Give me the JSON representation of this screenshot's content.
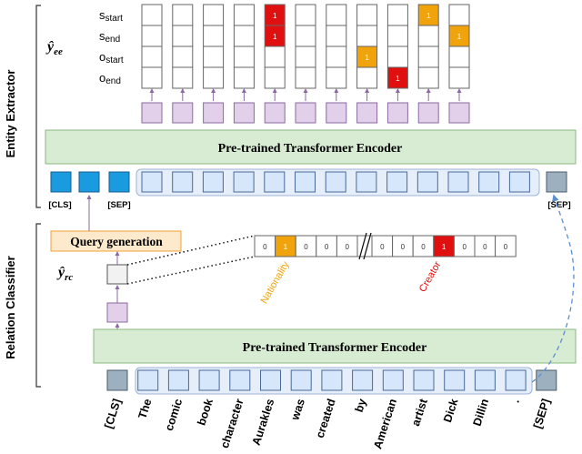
{
  "side_labels": {
    "entity_extractor": "Entity Extractor",
    "relation_classifier": "Relation Classifier"
  },
  "output_symbols": {
    "entity": "ŷ",
    "entity_sub": "ee",
    "relation": "ŷ",
    "relation_sub": "rc"
  },
  "tag_rows": [
    {
      "base": "s",
      "sub": "start"
    },
    {
      "base": "s",
      "sub": "end"
    },
    {
      "base": "o",
      "sub": "start"
    },
    {
      "base": "o",
      "sub": "end"
    }
  ],
  "tag_matrix": [
    [
      "",
      "",
      "",
      "",
      "1",
      "",
      "",
      "",
      "",
      "1",
      ""
    ],
    [
      "",
      "",
      "",
      "",
      "1",
      "",
      "",
      "",
      "",
      "",
      "1"
    ],
    [
      "",
      "",
      "",
      "",
      "",
      "",
      "",
      "1",
      "",
      "",
      ""
    ],
    [
      "",
      "",
      "",
      "",
      "",
      "",
      "",
      "",
      "1",
      "",
      ""
    ]
  ],
  "tag_colors": [
    [
      "",
      "",
      "",
      "",
      "red",
      "",
      "",
      "",
      "",
      "orange",
      ""
    ],
    [
      "",
      "",
      "",
      "",
      "red",
      "",
      "",
      "",
      "",
      "",
      "orange"
    ],
    [
      "",
      "",
      "",
      "",
      "",
      "",
      "",
      "orange",
      "red",
      "",
      ""
    ],
    [
      "",
      "",
      "",
      "",
      "",
      "",
      "",
      "orange",
      "red",
      "",
      ""
    ]
  ],
  "encoder_labels": {
    "top": "Pre-trained Transformer Encoder",
    "bottom": "Pre-trained Transformer Encoder"
  },
  "top_special_tokens": {
    "cls": "[CLS]",
    "sep_mid": "[SEP]",
    "sep_end": "[SEP]"
  },
  "query_generation": "Query generation",
  "relation_vector": {
    "left_values": [
      "0",
      "1",
      "0",
      "0",
      "0"
    ],
    "right_values": [
      "0",
      "0",
      "0",
      "1",
      "0",
      "0",
      "0"
    ],
    "annotations": [
      {
        "label": "Nationality",
        "color": "#f0a30a"
      },
      {
        "label": "Creator",
        "color": "#e01010"
      }
    ]
  },
  "tokens": [
    "[CLS]",
    "The",
    "comic",
    "book",
    "character",
    "Aurakles",
    "was",
    "created",
    "by",
    "American",
    "artist",
    "Dick",
    "Dillin",
    ".",
    "[SEP]"
  ],
  "colors": {
    "purple": "#e2d0ea",
    "purple_border": "#8a6aa0",
    "blue_cell": "#d6e6fb",
    "blue_border": "#4a6a98",
    "dark_blue": "#1a9be0",
    "grey_cell": "#9db0c0",
    "green_fill": "#d8ecd3",
    "green_border": "#8ab87f",
    "orange": "#f0a30a",
    "red": "#e01010",
    "query_fill": "#fde9cc",
    "query_border": "#f0a030"
  }
}
